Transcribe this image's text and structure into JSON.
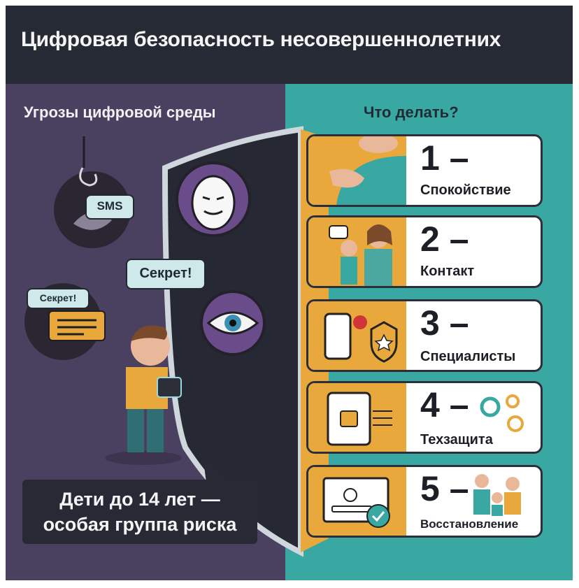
{
  "title": "Цифровая безопасность несовершеннолетних",
  "left_heading": "Угрозы цифровой среды",
  "right_heading": "Что делать?",
  "threats": {
    "sms_label": "SMS",
    "secret_label_1": "Секрет!",
    "secret_label_2": "Секрет!"
  },
  "steps": [
    {
      "number": "1 –",
      "label": "Спокойствие"
    },
    {
      "number": "2 –",
      "label": "Контакт"
    },
    {
      "number": "3 –",
      "label": "Специалисты"
    },
    {
      "number": "4 –",
      "label": "Техзащита"
    },
    {
      "number": "5 –",
      "label": "Восстановление"
    }
  ],
  "callout": {
    "line1": "Дети до 14 лет —",
    "line2": "особая группа риска"
  },
  "colors": {
    "header_bg": "#262a35",
    "left_bg": "#4a4060",
    "right_bg": "#3aa8a2",
    "accent_orange": "#e8a83c",
    "shield_dark": "#262833"
  }
}
